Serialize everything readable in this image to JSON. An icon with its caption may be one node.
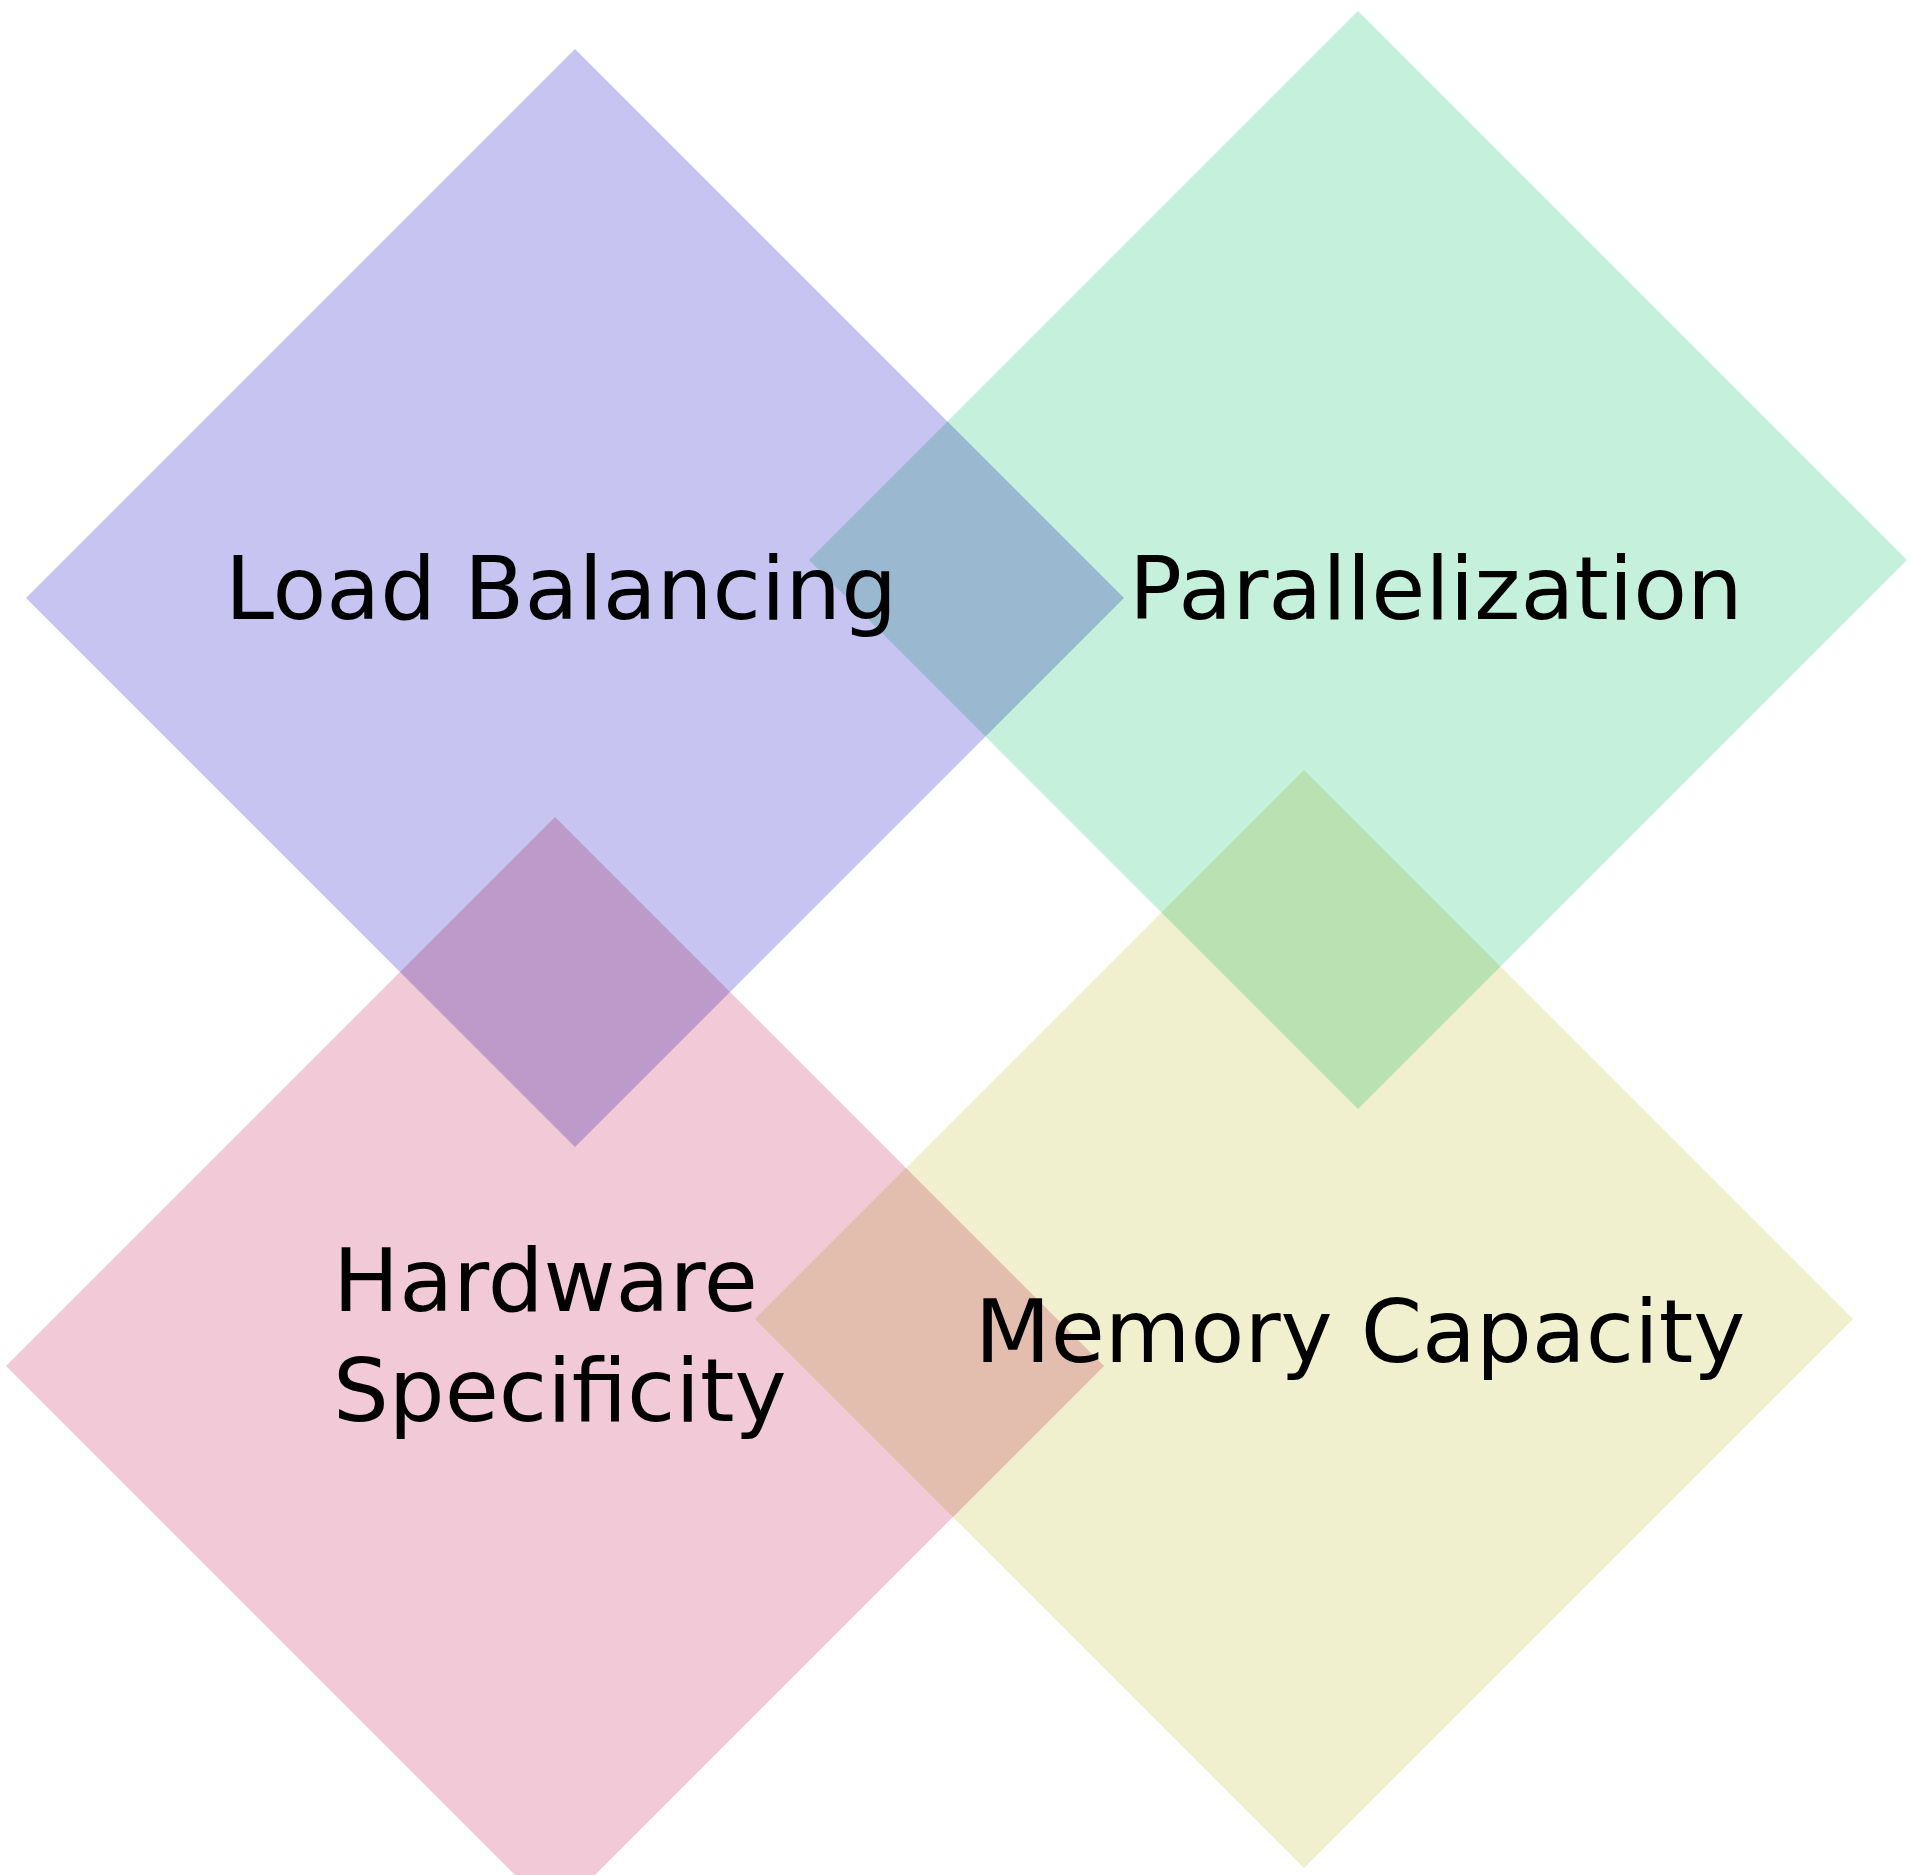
{
  "diagram": {
    "nodes": [
      {
        "text": [
          "Load Balancing"
        ]
      },
      {
        "text": [
          "Parallelization"
        ]
      },
      {
        "text": [
          "Hardware Specificity"
        ]
      },
      {
        "text": [
          "Memory Capacity"
        ]
      }
    ]
  }
}
